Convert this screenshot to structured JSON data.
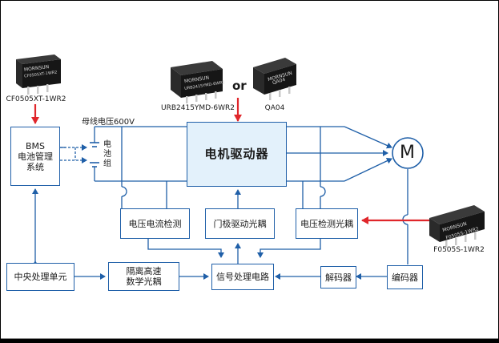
{
  "blocks": {
    "bms": "BMS\n电池管理\n系统",
    "motor_driver": "电机驱动器",
    "voltage_current_detect": "电压电流检测",
    "gate_drive_optocoupler": "门极驱动光耦",
    "voltage_detect_optocoupler": "电压检测光耦",
    "central_processing_unit": "中央处理单元",
    "isolated_digital_optocoupler": "隔离高速\n数学光耦",
    "signal_processing_circuit": "信号处理电路",
    "decoder": "解码器",
    "encoder": "编码器"
  },
  "battery": {
    "label": "电\n池\n组",
    "bus_voltage_label": "母线电压600V"
  },
  "motor": {
    "symbol": "M"
  },
  "modules": {
    "cf0505xt": {
      "part_label": "CF0505XT-1WR2",
      "brand": "MORNSUN",
      "print": "CF0505XT-1WR2"
    },
    "urb2415ymd": {
      "part_label": "URB2415YMD-6WR2",
      "brand": "MORNSUN",
      "print": "URB2415YMD-6WR2"
    },
    "qa04": {
      "part_label": "QA04",
      "brand": "MORNSUN",
      "print": "QA04"
    },
    "f0505s": {
      "part_label": "F0505S-1WR2",
      "brand": "MORNSUN",
      "print": "F0505S-1WR2"
    }
  },
  "or_label": "or",
  "colors": {
    "line": "#1f5fa8",
    "block_border": "#1f5fa8",
    "main_block_fill": "#e3f1fb",
    "red_arrow": "#e0262b",
    "module_body": "#1b1b1b",
    "frame": "#000000"
  }
}
